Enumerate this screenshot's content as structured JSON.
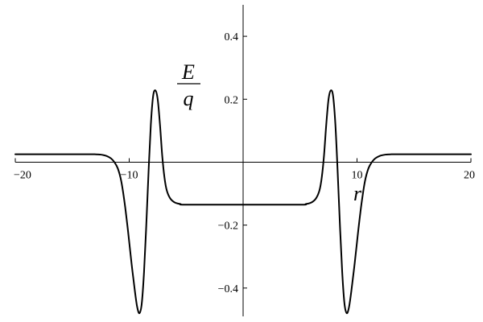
{
  "chart_data": {
    "type": "line",
    "title": "",
    "xlabel": "r",
    "ylabel": {
      "numerator": "E",
      "denominator": "q"
    },
    "xlim": [
      -20,
      20
    ],
    "ylim": [
      -0.49,
      0.5
    ],
    "xticks": [
      {
        "value": -20,
        "label": "−20"
      },
      {
        "value": -10,
        "label": "−10"
      },
      {
        "value": 10,
        "label": "10"
      },
      {
        "value": 20,
        "label": "20"
      }
    ],
    "yticks": [
      {
        "value": 0.4,
        "label": "0.4"
      },
      {
        "value": 0.2,
        "label": "0.2"
      },
      {
        "value": -0.2,
        "label": "−0.2"
      },
      {
        "value": -0.4,
        "label": "−0.4"
      }
    ],
    "grid": false,
    "series": [
      {
        "color": "#000000",
        "points": [
          [
            -20,
            0.025
          ],
          [
            -14,
            0.025
          ],
          [
            -13,
            0.025
          ],
          [
            -12.5,
            0.024
          ],
          [
            -12,
            0.02
          ],
          [
            -11.6,
            0.012
          ],
          [
            -11.3,
            0.0
          ],
          [
            -11,
            -0.02
          ],
          [
            -10.7,
            -0.06
          ],
          [
            -10.4,
            -0.13
          ],
          [
            -10.1,
            -0.22
          ],
          [
            -9.8,
            -0.32
          ],
          [
            -9.5,
            -0.41
          ],
          [
            -9.3,
            -0.46
          ],
          [
            -9.1,
            -0.48
          ],
          [
            -8.9,
            -0.45
          ],
          [
            -8.7,
            -0.35
          ],
          [
            -8.5,
            -0.2
          ],
          [
            -8.3,
            -0.03
          ],
          [
            -8.1,
            0.12
          ],
          [
            -7.9,
            0.21
          ],
          [
            -7.7,
            0.228
          ],
          [
            -7.5,
            0.2
          ],
          [
            -7.3,
            0.12
          ],
          [
            -7.1,
            0.02
          ],
          [
            -6.9,
            -0.05
          ],
          [
            -6.7,
            -0.09
          ],
          [
            -6.4,
            -0.115
          ],
          [
            -6.0,
            -0.128
          ],
          [
            -5.5,
            -0.133
          ],
          [
            -5,
            -0.135
          ],
          [
            0,
            -0.135
          ],
          [
            5,
            -0.135
          ],
          [
            5.5,
            -0.133
          ],
          [
            6.0,
            -0.128
          ],
          [
            6.4,
            -0.115
          ],
          [
            6.7,
            -0.09
          ],
          [
            6.9,
            -0.05
          ],
          [
            7.1,
            0.02
          ],
          [
            7.3,
            0.12
          ],
          [
            7.5,
            0.2
          ],
          [
            7.7,
            0.228
          ],
          [
            7.9,
            0.21
          ],
          [
            8.1,
            0.12
          ],
          [
            8.3,
            -0.03
          ],
          [
            8.5,
            -0.2
          ],
          [
            8.7,
            -0.35
          ],
          [
            8.9,
            -0.45
          ],
          [
            9.1,
            -0.48
          ],
          [
            9.3,
            -0.46
          ],
          [
            9.5,
            -0.41
          ],
          [
            9.8,
            -0.32
          ],
          [
            10.1,
            -0.22
          ],
          [
            10.4,
            -0.13
          ],
          [
            10.7,
            -0.06
          ],
          [
            11,
            -0.02
          ],
          [
            11.3,
            0.0
          ],
          [
            11.6,
            0.012
          ],
          [
            12,
            0.02
          ],
          [
            12.5,
            0.024
          ],
          [
            13,
            0.025
          ],
          [
            14,
            0.025
          ],
          [
            20,
            0.025
          ]
        ]
      }
    ]
  }
}
